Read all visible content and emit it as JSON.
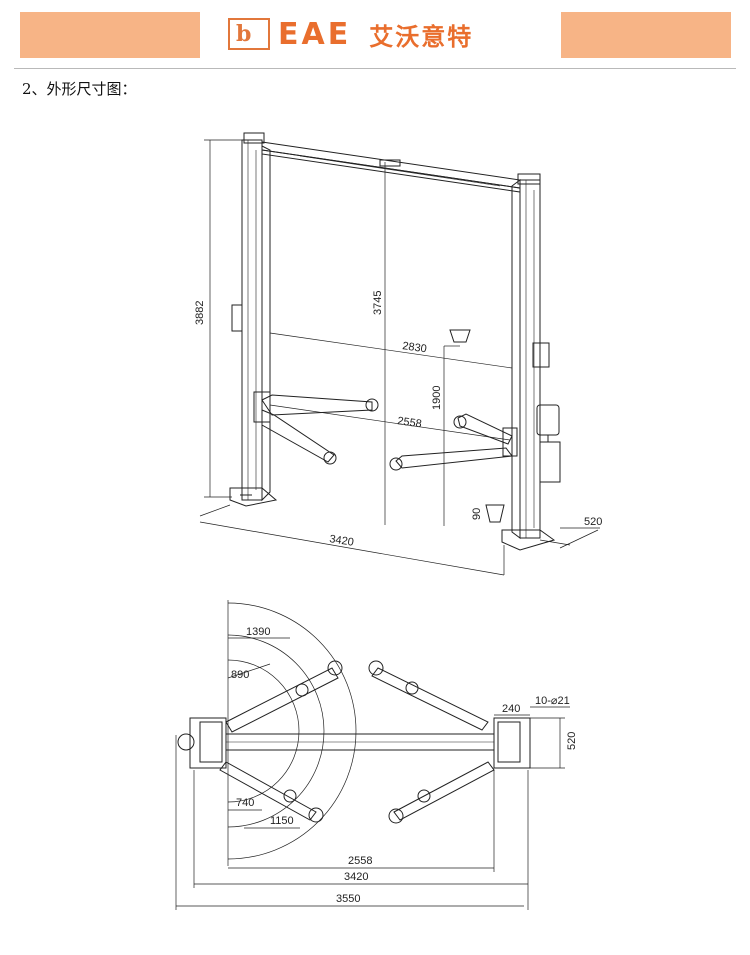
{
  "header": {
    "logo_letter": "b",
    "brand_latin": "EAE",
    "brand_chinese": "艾沃意特"
  },
  "section": {
    "title": "2、外形尺寸图："
  },
  "elevation_view": {
    "dim_total_height": "3882",
    "dim_inner_height": "3745",
    "dim_inner_width": "2830",
    "dim_arm_span": "2558",
    "dim_lift_height": "1900",
    "dim_low_height": "90",
    "dim_total_width": "3420",
    "dim_depth": "520"
  },
  "plan_view": {
    "dim_arm_long": "1390",
    "dim_arm_mid": "890",
    "dim_arm_short_a": "740",
    "dim_arm_short_b": "1150",
    "dim_base_depth": "240",
    "dim_bolts": "10-⌀21",
    "dim_base_width": "520",
    "dim_arm_span": "2558",
    "dim_inner_width": "3420",
    "dim_total_width": "3550"
  }
}
